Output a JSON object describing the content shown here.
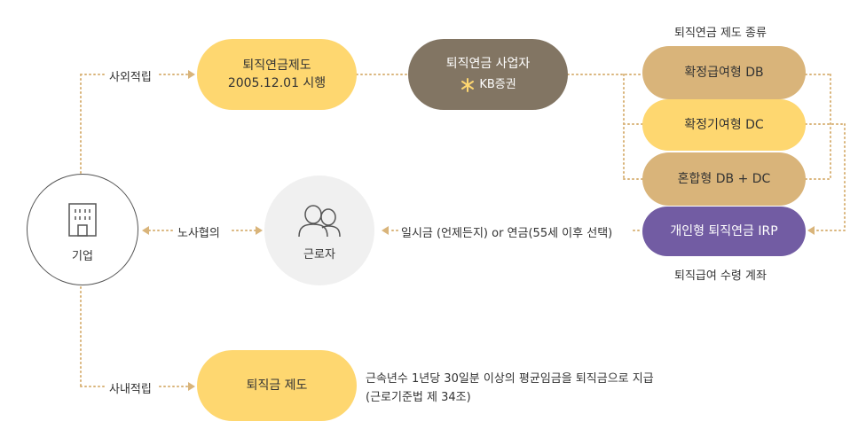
{
  "company": {
    "label": "기업",
    "icon": "building-icon"
  },
  "worker": {
    "label": "근로자",
    "icon": "people-icon"
  },
  "labels": {
    "external": "사외적립",
    "internal": "사내적립",
    "labor": "노사협의",
    "payout": "일시금 (언제든지) or 연금(55세 이후 선택)",
    "types_title": "퇴직연금 제도 종류",
    "irp_caption": "퇴직급여 수령 계좌"
  },
  "pension_system": {
    "line1": "퇴직연금제도",
    "line2": "2005.12.01 시행"
  },
  "provider": {
    "title": "퇴직연금 사업자",
    "logo_text": "KB증권",
    "logo_icon": "kb-star-icon"
  },
  "types": {
    "db": "확정급여형 DB",
    "dc": "확정기여형 DC",
    "mixed": "혼합형 DB + DC",
    "irp": "개인형 퇴직연금 IRP"
  },
  "severance": {
    "label": "퇴직금 제도",
    "desc_line1": "근속년수 1년당 30일분 이상의 평균임금을 퇴직금으로 지급",
    "desc_line2": "(근로기준법 제 34조)"
  },
  "colors": {
    "yellow": "#fed770",
    "tan": "#d9b47a",
    "dark": "#827563",
    "purple": "#725ca3",
    "dots": "#d9b47a",
    "circle_border": "#555555",
    "worker_bg": "#f0f0f0"
  }
}
